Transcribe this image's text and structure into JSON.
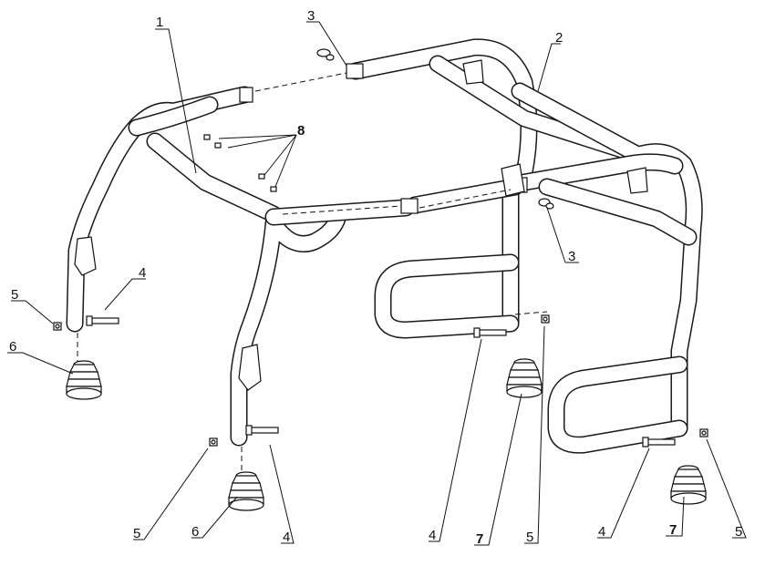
{
  "callouts": [
    {
      "id": "c1",
      "label": "1"
    },
    {
      "id": "c2",
      "label": "2"
    },
    {
      "id": "c3a",
      "label": "3"
    },
    {
      "id": "c3b",
      "label": "3"
    },
    {
      "id": "c4a",
      "label": "4"
    },
    {
      "id": "c4b",
      "label": "4"
    },
    {
      "id": "c4c",
      "label": "4"
    },
    {
      "id": "c4d",
      "label": "4"
    },
    {
      "id": "c5a",
      "label": "5"
    },
    {
      "id": "c5b",
      "label": "5"
    },
    {
      "id": "c5c",
      "label": "5"
    },
    {
      "id": "c5d",
      "label": "5"
    },
    {
      "id": "c6a",
      "label": "6"
    },
    {
      "id": "c6b",
      "label": "6"
    },
    {
      "id": "c7a",
      "label": "7"
    },
    {
      "id": "c7b",
      "label": "7"
    },
    {
      "id": "c8",
      "label": "8"
    }
  ],
  "colors": {
    "line": "#1a1a1a",
    "background": "#ffffff"
  }
}
